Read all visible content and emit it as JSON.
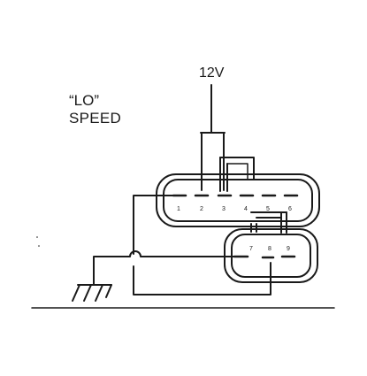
{
  "labels": {
    "lo": "“LO”",
    "speed": "SPEED",
    "voltage": "12V"
  },
  "connector_a": {
    "pins": [
      "1",
      "2",
      "3",
      "4",
      "5",
      "6"
    ]
  },
  "connector_b": {
    "pins": [
      "7",
      "8",
      "9"
    ]
  },
  "colors": {
    "ink": "#1a1a1a",
    "background": "#ffffff"
  }
}
